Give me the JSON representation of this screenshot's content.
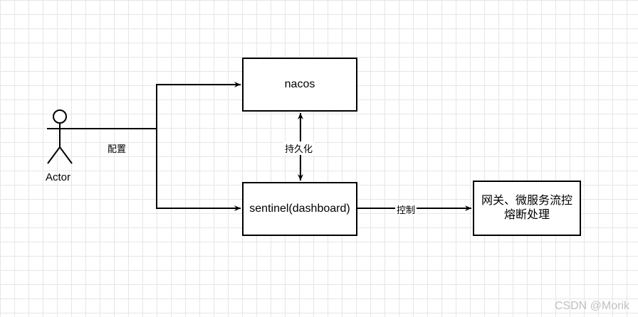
{
  "actor": {
    "label": "Actor"
  },
  "nodes": {
    "nacos": "nacos",
    "sentinel": "sentinel(dashboard)",
    "target_line1": "网关、微服务流控",
    "target_line2": "熔断处理"
  },
  "edges": {
    "config": "配置",
    "persist": "持久化",
    "control": "控制"
  },
  "watermark": "CSDN @Morik",
  "colors": {
    "stroke": "#000000",
    "grid": "#e6e6e6",
    "watermark": "#c0c0c0"
  }
}
